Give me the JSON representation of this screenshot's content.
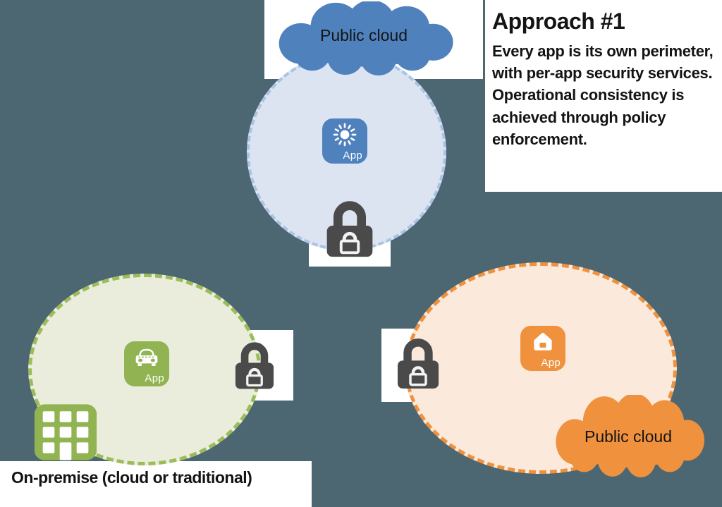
{
  "annotation": {
    "heading": "Approach #1",
    "body": "Every app is its own perimeter, with per-app security services. Operational consistency is achieved through policy enforcement."
  },
  "caption": "On-premise (cloud or traditional)",
  "perimeters": {
    "blue": {
      "cloud_label": "Public cloud",
      "app_label": "App",
      "app_icon": "sun-icon"
    },
    "green": {
      "app_label": "App",
      "app_icon": "car-icon"
    },
    "orange": {
      "cloud_label": "Public cloud",
      "app_label": "App",
      "app_icon": "house-icon"
    }
  },
  "colors": {
    "background": "#4C6772",
    "blue_accent": "#4F81BD",
    "blue_fill": "#DCE4F2",
    "blue_dash": "#A9C4E4",
    "green_accent": "#92B352",
    "green_fill": "#EAEDDC",
    "green_dash": "#9CBC59",
    "orange_accent": "#F0913E",
    "orange_fill": "#FBEADB",
    "lock": "#4A4A4A",
    "halo": "#FFFFFF",
    "text": "#141414"
  }
}
